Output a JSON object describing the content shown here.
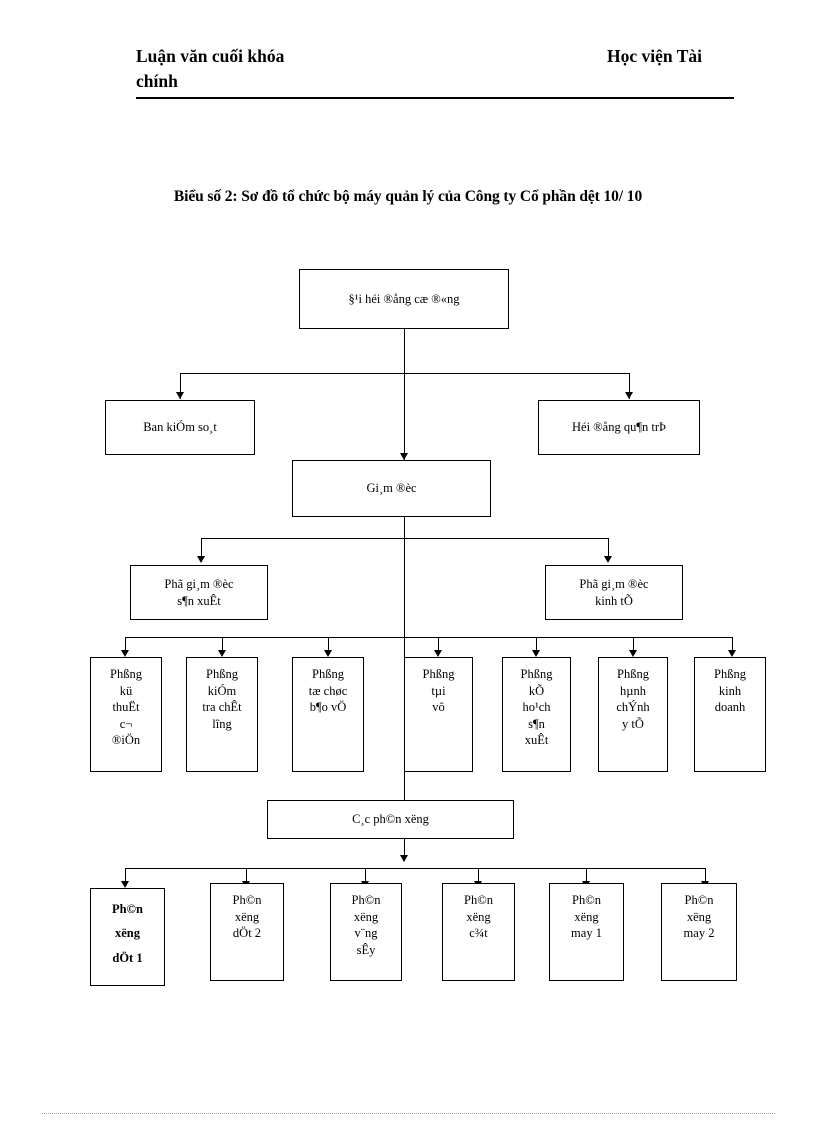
{
  "header": {
    "left_line1": "Luận văn cuối khóa",
    "left_line2": "chính",
    "right": "Học viện Tài"
  },
  "title": "Biểu số 2: Sơ đồ tổ chức bộ máy quản lý của Công ty Cổ phần dệt 10/ 10",
  "chart_data": {
    "type": "diagram",
    "title": "Biểu số 2: Sơ đồ tổ chức bộ máy quản lý của Công ty Cổ phần dệt 10/ 10",
    "encoding_note": "TCVN3 mojibake as rendered",
    "levels": [
      {
        "level": 1,
        "nodes": [
          "§¹i héi ®ång cæ ®«ng"
        ]
      },
      {
        "level": 2,
        "nodes": [
          "Ban kiÓm so¸t",
          "Héi ®ång qu¶n trÞ"
        ]
      },
      {
        "level": 3,
        "nodes": [
          "Gi¸m ®èc"
        ]
      },
      {
        "level": 4,
        "nodes": [
          "Phã gi¸m ®èc\ns¶n xuÊt",
          "Phã gi¸m ®èc\nkinh tÕ"
        ]
      },
      {
        "level": 5,
        "nodes": [
          "Phßng\nkü\nthuËt\nc¬\n®iÖn",
          "Phßng\nkiÓm\ntra chÊt\nlîng",
          "Phßng\ntæ chøc\nb¶o vÖ",
          "Phßng\ntµi\nvô",
          "Phßng\nkÕ\nho¹ch\ns¶n\nxuÊt",
          "Phßng\nhµnh\nchÝnh\ny tÕ",
          "Phßng\nkinh\ndoanh"
        ]
      },
      {
        "level": 6,
        "nodes": [
          "C¸c ph©n xëng"
        ]
      },
      {
        "level": 7,
        "nodes": [
          "Ph©n\nxëng\ndÖt 1",
          "Ph©n\nxëng\ndÖt 2",
          "Ph©n\nxëng\nv¨ng\nsÊy",
          "Ph©n\nxëng\nc¾t",
          "Ph©n\nxëng\nmay 1",
          "Ph©n\nxëng\nmay 2"
        ]
      }
    ]
  },
  "nodes": {
    "assembly": "§¹i héi ®ång cæ ®«ng",
    "supervisory_board": "Ban kiÓm so¸t",
    "management_board": "Héi ®ång qu¶n trÞ",
    "director": "Gi¸m ®èc",
    "deputy_production": "Phã gi¸m ®èc\ns¶n xuÊt",
    "deputy_economics": "Phã gi¸m ®èc\nkinh tÕ",
    "dept_1": "Phßng\nkü\nthuËt\nc¬\n®iÖn",
    "dept_2": "Phßng\nkiÓm\ntra chÊt\nlîng",
    "dept_3": "Phßng\ntæ chøc\nb¶o vÖ",
    "dept_4": "Phßng\ntµi\nvô",
    "dept_5": "Phßng\nkÕ\nho¹ch\ns¶n\nxuÊt",
    "dept_6": "Phßng\nhµnh\nchÝnh\ny tÕ",
    "dept_7": "Phßng\nkinh\ndoanh",
    "workshops": "C¸c ph©n xëng",
    "ws_1": "Ph©n\nxëng\ndÖt 1",
    "ws_2": "Ph©n\nxëng\ndÖt 2",
    "ws_3": "Ph©n\nxëng\nv¨ng\nsÊy",
    "ws_4": "Ph©n\nxëng\nc¾t",
    "ws_5": "Ph©n\nxëng\nmay 1",
    "ws_6": "Ph©n\nxëng\nmay 2"
  }
}
